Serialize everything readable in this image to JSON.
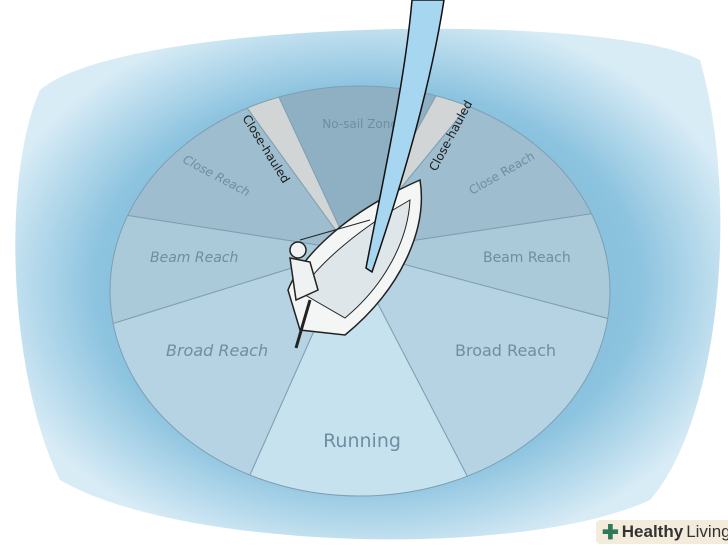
{
  "diagram": {
    "zones": {
      "no_sail": "No-sail Zone",
      "close_hauled_left": "Close-hauled",
      "close_hauled_right": "Close-hauled",
      "close_reach_left": "Close Reach",
      "close_reach_right": "Close Reach",
      "beam_reach_left": "Beam Reach",
      "beam_reach_right": "Beam Reach",
      "broad_reach_left": "Broad Reach",
      "broad_reach_right": "Broad Reach",
      "running": "Running"
    },
    "colors": {
      "water": "#8cc3df",
      "no_sail": "#8fb0c2",
      "close_hauled": "#d2d5d6",
      "close_reach": "#9ebdce",
      "beam_reach": "#aac9d9",
      "broad_reach": "#b5d3e2",
      "running": "#c6e2ef"
    }
  },
  "watermark": {
    "bold": "Healthy",
    "light": "Living"
  }
}
